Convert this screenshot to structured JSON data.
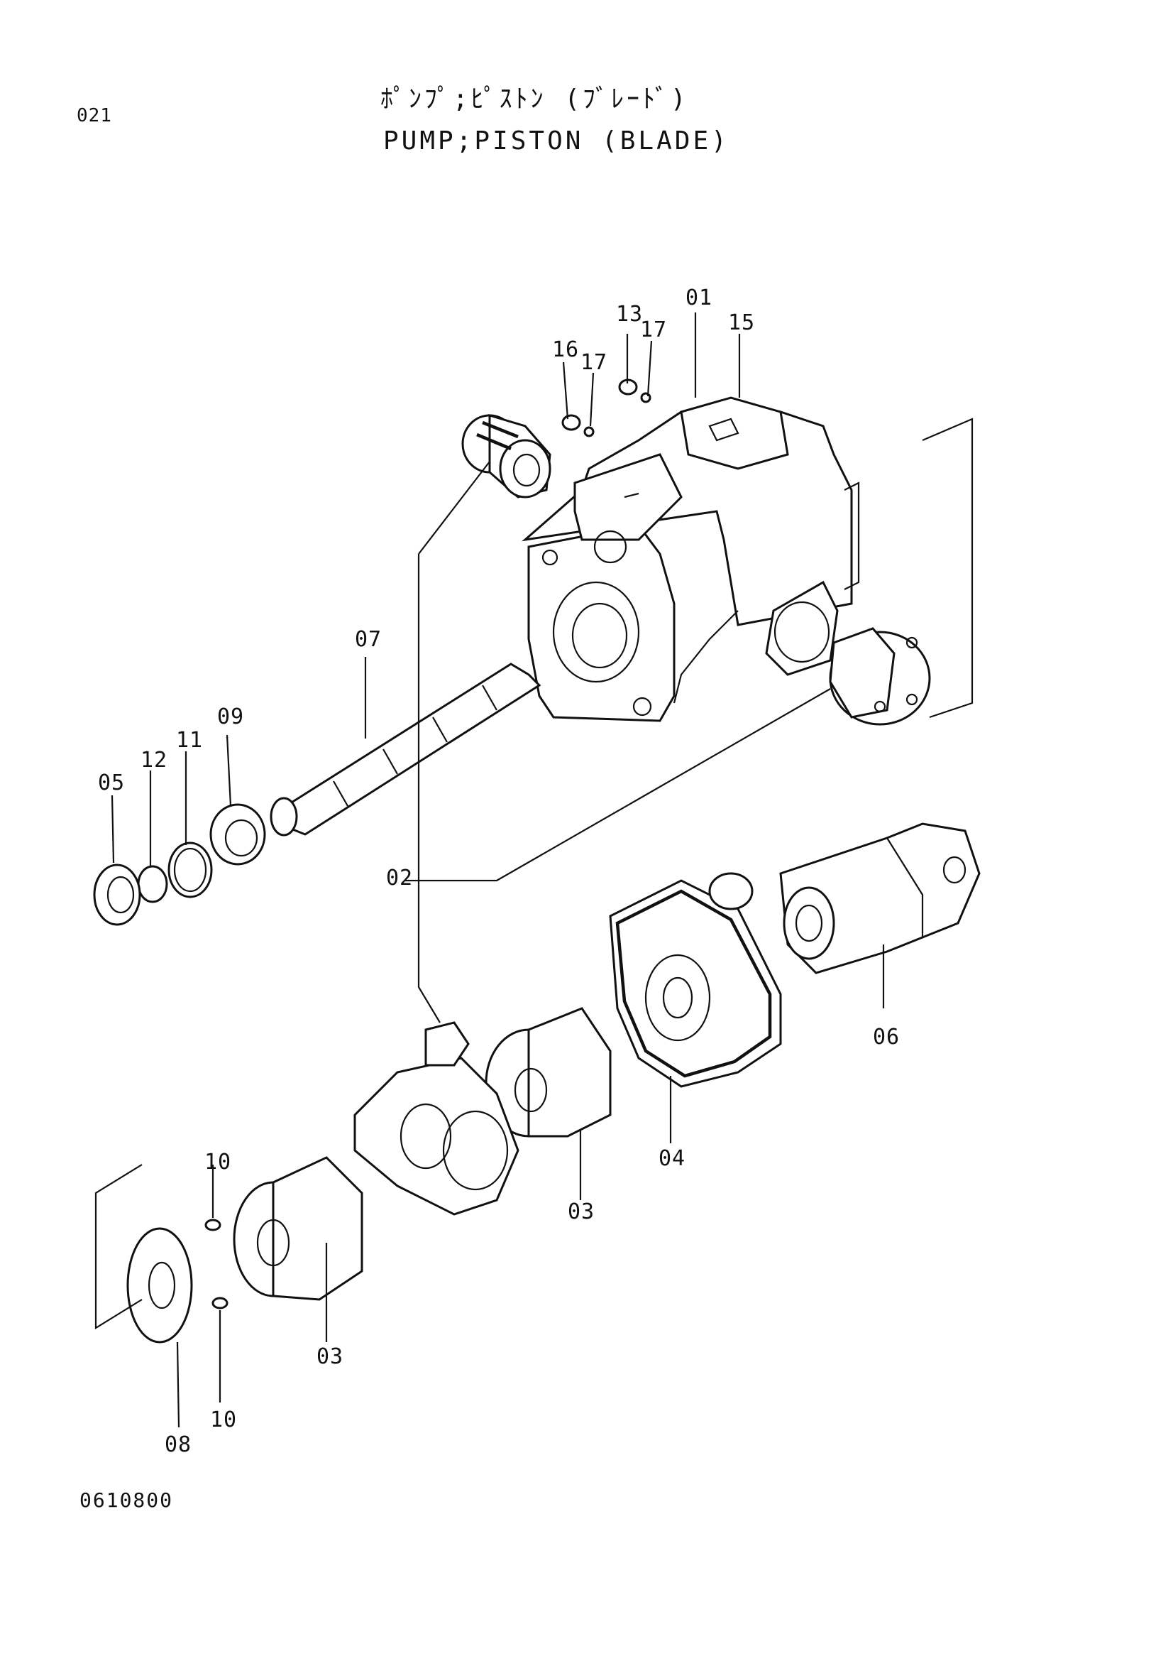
{
  "header": {
    "page_number": "021",
    "title_japanese": "ﾎﾟﾝﾌﾟ;ﾋﾟｽﾄﾝ (ﾌﾞﾚｰﾄﾞ)",
    "title_english": "PUMP;PISTON (BLADE)"
  },
  "footer": {
    "document_code": "0610800"
  },
  "callouts": [
    {
      "id": "01",
      "label": "01"
    },
    {
      "id": "02",
      "label": "02"
    },
    {
      "id": "03a",
      "label": "03"
    },
    {
      "id": "03b",
      "label": "03"
    },
    {
      "id": "04",
      "label": "04"
    },
    {
      "id": "05",
      "label": "05"
    },
    {
      "id": "06",
      "label": "06"
    },
    {
      "id": "07",
      "label": "07"
    },
    {
      "id": "08",
      "label": "08"
    },
    {
      "id": "09",
      "label": "09"
    },
    {
      "id": "10a",
      "label": "10"
    },
    {
      "id": "10b",
      "label": "10"
    },
    {
      "id": "11",
      "label": "11"
    },
    {
      "id": "12",
      "label": "12"
    },
    {
      "id": "13",
      "label": "13"
    },
    {
      "id": "15",
      "label": "15"
    },
    {
      "id": "16",
      "label": "16"
    },
    {
      "id": "17a",
      "label": "17"
    },
    {
      "id": "17b",
      "label": "17"
    }
  ]
}
